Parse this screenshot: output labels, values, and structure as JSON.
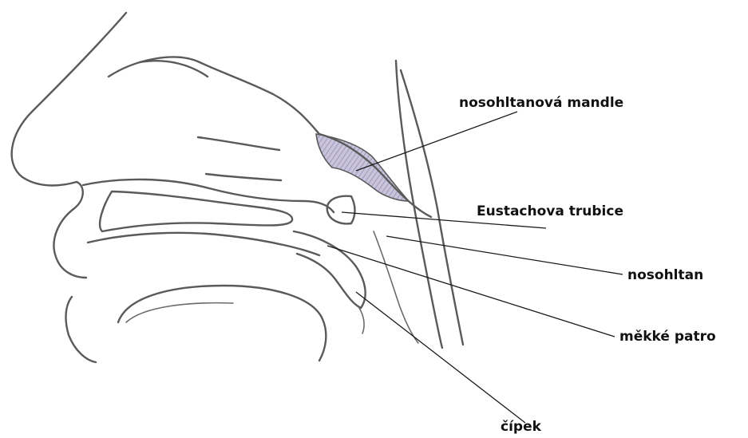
{
  "labels": {
    "adenoid": "nosohltanová mandle",
    "eustachian": "Eustachova trubice",
    "nasopharynx": "nosohltan",
    "soft_palate": "měkké patro",
    "uvula": "čípek"
  },
  "colors": {
    "sketch_line": "#5a5a5a",
    "leader_line": "#1a1a1a",
    "adenoid_fill": "#b9b3cf",
    "label_text": "#111111"
  }
}
